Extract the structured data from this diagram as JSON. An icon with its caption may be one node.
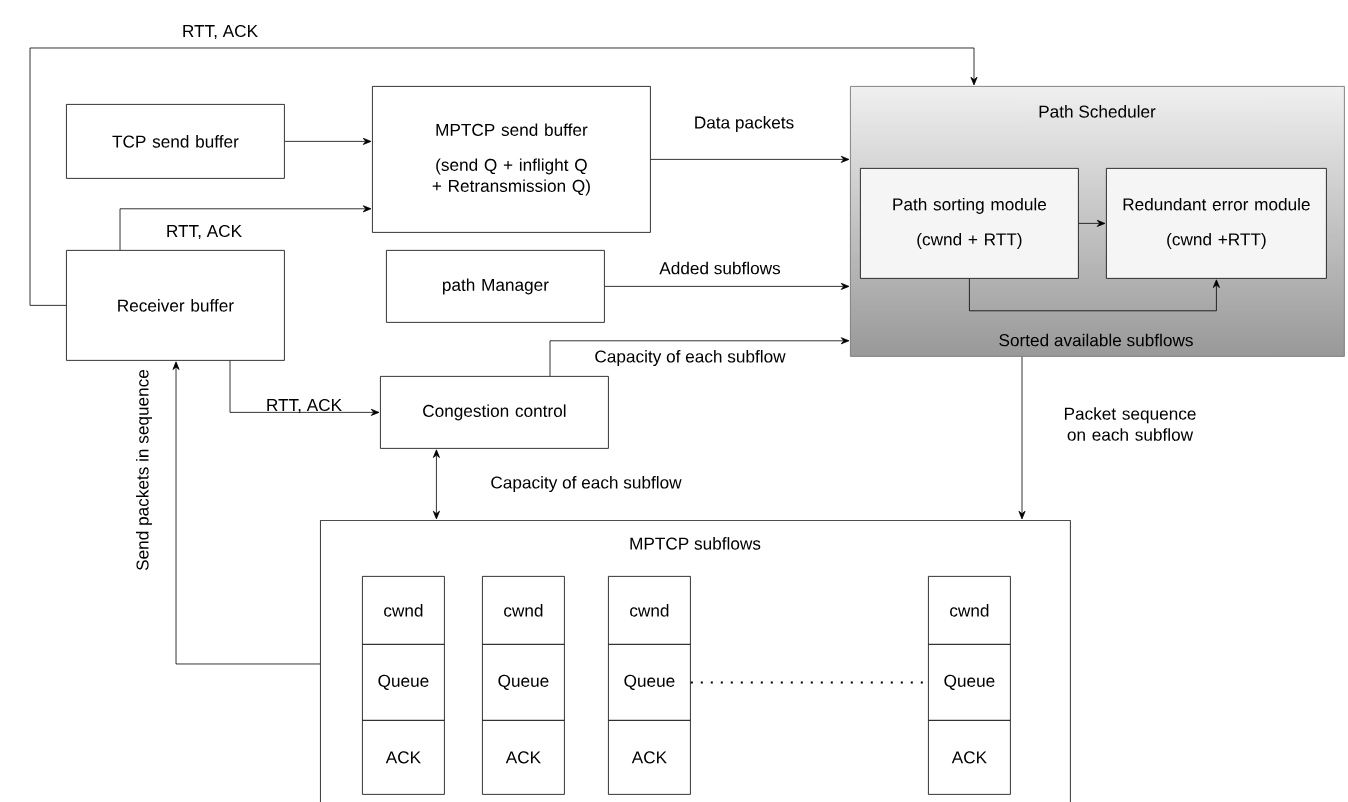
{
  "diagram": {
    "nodes": [
      {
        "text": [
          "TCP send buffer"
        ]
      },
      {
        "text": [
          "MPTCP send buffer",
          "(send Q + inflight Q + Retransmission Q)"
        ]
      },
      {
        "text": [
          "Path Scheduler"
        ]
      },
      {
        "text": [
          "Path sorting module",
          "(cwnd + RTT)"
        ],
        "in": 2
      },
      {
        "text": [
          "Redundant error module",
          "(cwnd +RTT)"
        ],
        "in": 2
      },
      {
        "text": [
          "path Manager"
        ]
      },
      {
        "text": [
          "Receiver buffer"
        ]
      },
      {
        "text": [
          "Congestion control"
        ]
      },
      {
        "text": [
          "MPTCP subflows"
        ]
      },
      {
        "text": [
          "cwnd"
        ],
        "in": 8
      },
      {
        "text": [
          "Queue"
        ],
        "in": 8
      },
      {
        "text": [
          "ACK"
        ],
        "in": 8
      },
      {
        "text": [
          "cwnd"
        ],
        "in": 8
      },
      {
        "text": [
          "Queue"
        ],
        "in": 8
      },
      {
        "text": [
          "ACK"
        ],
        "in": 8
      },
      {
        "text": [
          "cwnd"
        ],
        "in": 8
      },
      {
        "text": [
          "Queue"
        ],
        "in": 8
      },
      {
        "text": [
          "ACK"
        ],
        "in": 8
      },
      {
        "text": [
          "cwnd"
        ],
        "in": 8
      },
      {
        "text": [
          "Queue"
        ],
        "in": 8
      },
      {
        "text": [
          "ACK"
        ],
        "in": 8
      }
    ],
    "edges": [
      {
        "from": 6,
        "to": 2,
        "arrow": "to",
        "label": "RTT, ACK"
      },
      {
        "from": 0,
        "to": 1,
        "arrow": "to"
      },
      {
        "from": 6,
        "to": 1,
        "arrow": "to",
        "label": "RTT, ACK"
      },
      {
        "from": 1,
        "to": 2,
        "arrow": "to",
        "label": "Data packets"
      },
      {
        "from": 3,
        "to": 4,
        "arrow": "to"
      },
      {
        "from": 3,
        "to": 4,
        "arrow": "to",
        "label": "Sorted available subflows"
      },
      {
        "from": 5,
        "to": 2,
        "arrow": "to",
        "label": "Added subflows"
      },
      {
        "from": 6,
        "to": 7,
        "arrow": "to",
        "label": "RTT, ACK"
      },
      {
        "from": 7,
        "to": 2,
        "arrow": "to",
        "label": "Capacity of each subflow"
      },
      {
        "from": 7,
        "to": 8,
        "arrow": "both",
        "label": "Capacity of each subflow"
      },
      {
        "from": 2,
        "to": 8,
        "arrow": "to",
        "label": "Packet sequence on each subflow"
      },
      {
        "from": 8,
        "to": 6,
        "arrow": "to",
        "label": "Send packets in sequence"
      },
      {
        "from": 16,
        "to": 19,
        "arrow": "none",
        "style": "dashed"
      }
    ]
  }
}
